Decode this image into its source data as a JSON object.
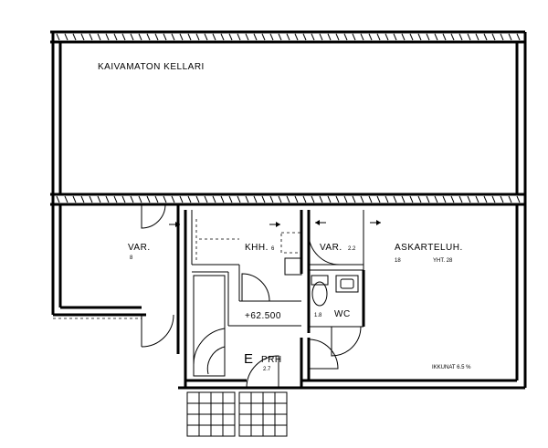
{
  "colors": {
    "ink": "#000000",
    "paper": "#ffffff"
  },
  "rooms": {
    "kaivamaton_kellari": {
      "name": "KAIVAMATON KELLARI"
    },
    "var_left": {
      "name": "VAR.",
      "area": "8"
    },
    "khh": {
      "name": "KHH.",
      "area": "6"
    },
    "var_mid": {
      "name": "VAR.",
      "area": "2.2"
    },
    "askarteluh": {
      "name": "ASKARTELUH.",
      "area": "18",
      "total": "YHT. 28"
    },
    "wc": {
      "name": "WC",
      "area": "1.8"
    },
    "prh": {
      "name": "PRH",
      "area": "2.7",
      "marker": "E"
    }
  },
  "level": "+62.500",
  "windows_note": "IKKUNAT 6.5 %"
}
